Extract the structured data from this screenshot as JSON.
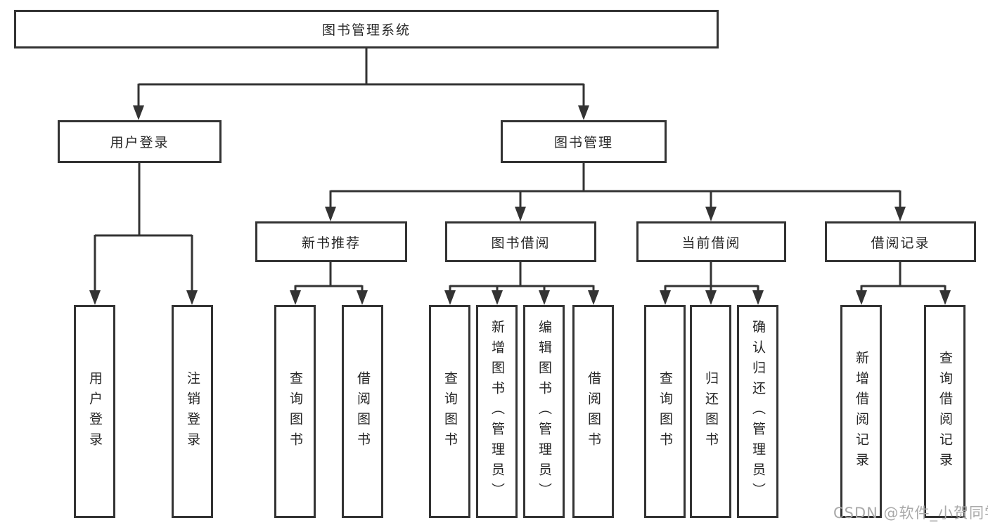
{
  "tree": {
    "root": {
      "label": "图书管理系统"
    },
    "branches": [
      {
        "label": "用户登录",
        "children": [
          {
            "label": "用户登录"
          },
          {
            "label": "注销登录"
          }
        ]
      },
      {
        "label": "图书管理",
        "children": [
          {
            "label": "新书推荐",
            "children": [
              {
                "label": "查询图书"
              },
              {
                "label": "借阅图书"
              }
            ]
          },
          {
            "label": "图书借阅",
            "children": [
              {
                "label": "查询图书"
              },
              {
                "label": "新增图书（管理员）"
              },
              {
                "label": "编辑图书（管理员）"
              },
              {
                "label": "借阅图书"
              }
            ]
          },
          {
            "label": "当前借阅",
            "children": [
              {
                "label": "查询图书"
              },
              {
                "label": "归还图书"
              },
              {
                "label": "确认归还（管理员）"
              }
            ]
          },
          {
            "label": "借阅记录",
            "children": [
              {
                "label": "新增借阅记录"
              },
              {
                "label": "查询借阅记录"
              }
            ]
          }
        ]
      }
    ]
  },
  "watermark": {
    "text": "CSDN @软件_小贺同学",
    "color": "#a9a9a9"
  },
  "colors": {
    "line": "#333333",
    "box_border": "#333333",
    "text": "#262626",
    "background": "#ffffff"
  }
}
